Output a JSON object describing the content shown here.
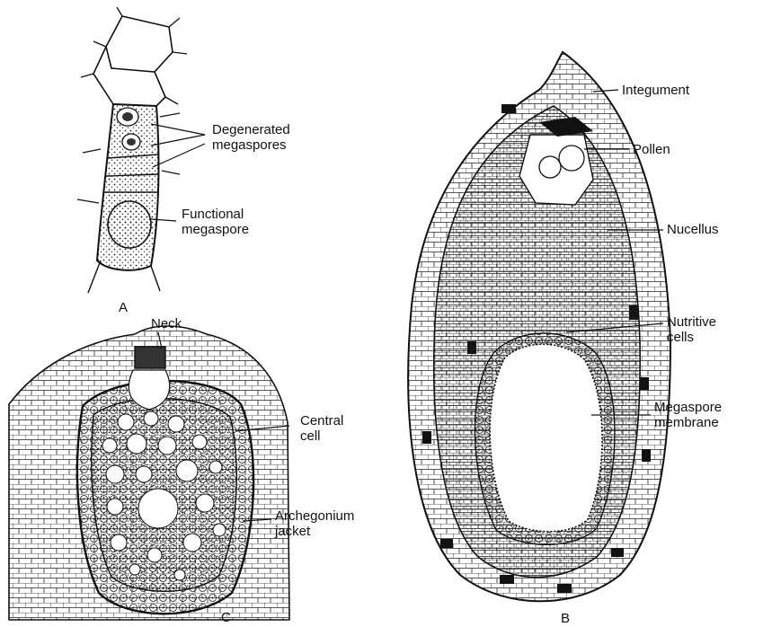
{
  "panel_letters": {
    "a": "A",
    "b": "B",
    "c": "C"
  },
  "labels": {
    "degenerated_megaspores_1": "Degenerated",
    "degenerated_megaspores_2": "megaspores",
    "functional_megaspore_1": "Functional",
    "functional_megaspore_2": "megaspore",
    "neck": "Neck",
    "central_cell_1": "Central",
    "central_cell_2": "cell",
    "archegonium_jacket_1": "Archegonium",
    "archegonium_jacket_2": "jacket",
    "integument": "Integument",
    "pollen": "Pollen",
    "nucellus": "Nucellus",
    "nutritive_cells_1": "Nutritive",
    "nutritive_cells_2": "cells",
    "megaspore_membrane_1": "Megaspore",
    "megaspore_membrane_2": "membrane"
  },
  "colors": {
    "ink": "#111111",
    "paper": "#ffffff"
  }
}
